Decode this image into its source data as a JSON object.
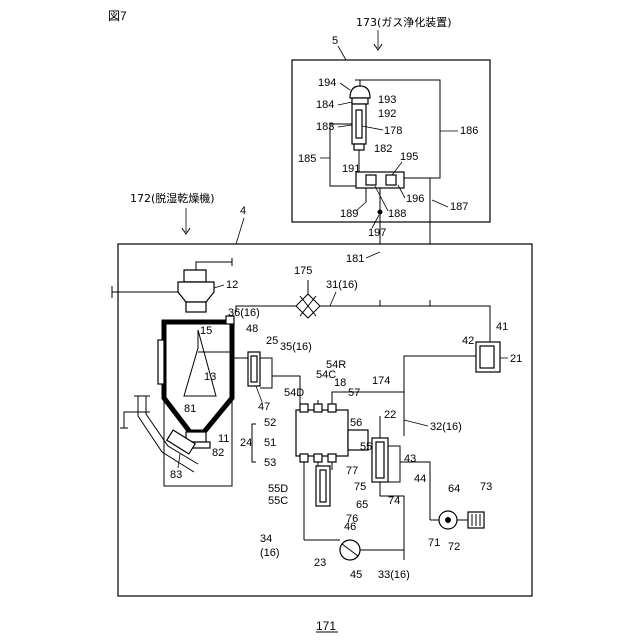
{
  "figure": {
    "title": "図7",
    "footer": "171"
  },
  "gas_purifier": {
    "title": "173(ガス浄化装置)",
    "ref": "5"
  },
  "dehumidifier": {
    "title": "172(脱湿乾燥機)",
    "ref": "4"
  },
  "labels": {
    "l194": "194",
    "l193": "193",
    "l184": "184",
    "l192": "192",
    "l183": "183",
    "l178": "178",
    "l186": "186",
    "l185": "185",
    "l182": "182",
    "l195": "195",
    "l191": "191",
    "l196": "196",
    "l189": "189",
    "l188": "188",
    "l187": "187",
    "l197": "197",
    "l181": "181",
    "l175": "175",
    "l31": "31(16)",
    "l12": "12",
    "l36": "36(16)",
    "l48": "48",
    "l15": "15",
    "l25": "25",
    "l35": "35(16)",
    "l41": "41",
    "l42": "42",
    "l21": "21",
    "l54R": "54R",
    "l54C": "54C",
    "l18": "18",
    "l13": "13",
    "l54D": "54D",
    "l174": "174",
    "l57": "57",
    "l81": "81",
    "l47": "47",
    "l52": "52",
    "l11": "11",
    "l56": "56",
    "l22": "22",
    "l32": "32(16)",
    "l51": "51",
    "l55R": "55R",
    "l24": "24",
    "l82": "82",
    "l43": "43",
    "l53": "53",
    "l77": "77",
    "l83": "83",
    "l75": "75",
    "l44": "44",
    "l55D": "55D",
    "l55C": "55C",
    "l65": "65",
    "l74": "74",
    "l64": "64",
    "l73": "73",
    "l76": "76",
    "l71": "71",
    "l72": "72",
    "l34": "34",
    "l16": "(16)",
    "l46": "46",
    "l23": "23",
    "l45": "45",
    "l33": "33(16)"
  }
}
